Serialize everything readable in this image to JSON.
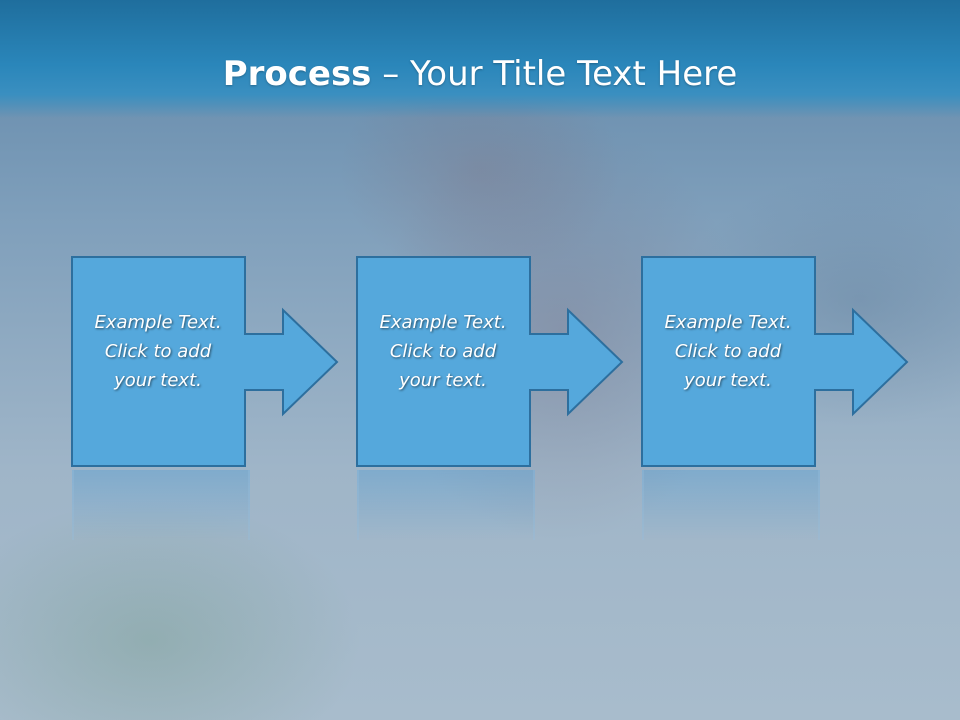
{
  "slide": {
    "title_strong": "Process",
    "title_rest": " – Your Title Text Here"
  },
  "steps": [
    {
      "line1": "Example Text.",
      "line2": "Click  to add",
      "line3": "your text."
    },
    {
      "line1": "Example Text.",
      "line2": "Click  to add",
      "line3": "your text."
    },
    {
      "line1": "Example Text.",
      "line2": "Click  to add",
      "line3": "your text."
    }
  ],
  "colors": {
    "header": "#2a86ba",
    "box_fill": "#55a8dc",
    "box_stroke": "#2d6f9e",
    "text": "#ffffff"
  }
}
